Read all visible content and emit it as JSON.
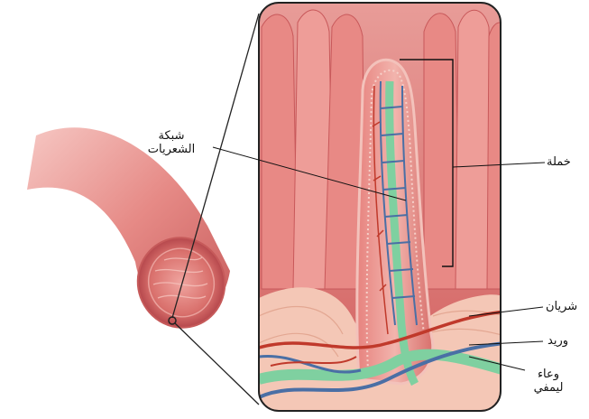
{
  "labels": {
    "capillary_line1": "شبكة",
    "capillary_line2": "الشعريات",
    "villus": "خملة",
    "artery": "شريان",
    "vein": "وريد",
    "lymph_line1": "وعاء",
    "lymph_line2": "ليمفي"
  },
  "colors": {
    "tissue": "#e07a7a",
    "tissue_dark": "#c24f55",
    "artery": "#c0392b",
    "vein": "#4a6fa5",
    "lymph": "#7fd0a0"
  }
}
